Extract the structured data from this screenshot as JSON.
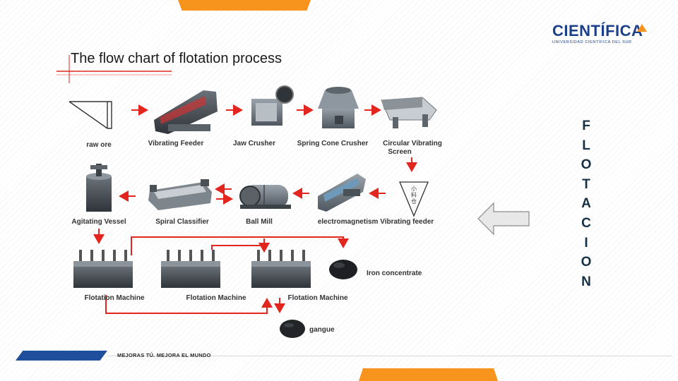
{
  "header": {
    "logo": {
      "name": "CIENTÍFICA",
      "subtitle": "UNIVERSIDAD CIENTÍFICA DEL SUR"
    }
  },
  "side_title": [
    "F",
    "L",
    "O",
    "T",
    "A",
    "C",
    "I",
    "O",
    "N"
  ],
  "footer": {
    "slogan": "MEJORAS TÚ. MEJORA EL MUNDO"
  },
  "diagram": {
    "title": "The flow chart of flotation process",
    "row1": [
      "raw ore",
      "Vibrating Feeder",
      "Jaw Crusher",
      "Spring Cone Crusher",
      "Circular Vibrating",
      "Screen"
    ],
    "row2": [
      "Agitating Vessel",
      "Spiral Classifier",
      "Ball Mill",
      "electromagnetism Vibrating feeder"
    ],
    "row3": [
      "Flotation Machine",
      "Flotation Machine",
      "Flotation Machine"
    ],
    "outputs": {
      "concentrate": "Iron concentrate",
      "tailings": "gangue"
    },
    "bin_tag": [
      "小",
      "料",
      "仓"
    ]
  },
  "colors": {
    "accent_orange": "#f7941d",
    "brand_blue": "#1f4e9c",
    "arrow_red": "#e2261f",
    "side_text": "#163046"
  }
}
